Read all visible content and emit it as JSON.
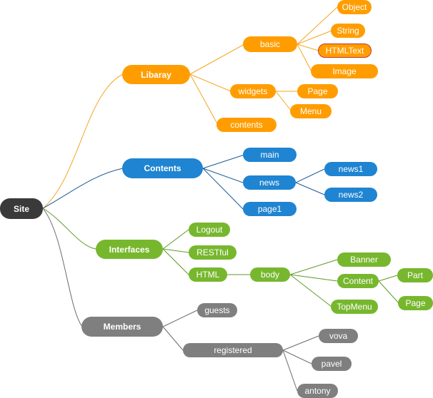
{
  "colors": {
    "library": "#ff9d00",
    "contents": "#1f84d1",
    "interfaces": "#77b72e",
    "members": "#7f7f7f",
    "root": "#3a3a3a",
    "line_library": "#f5a623",
    "line_contents": "#1a5a96",
    "line_interfaces": "#5f9a26",
    "line_members": "#6b6b6b"
  },
  "root": {
    "label": "Site"
  },
  "library": {
    "label": "Libaray",
    "basic": {
      "label": "basic",
      "children": [
        "Object",
        "String",
        "HTMLText",
        "Image"
      ]
    },
    "widgets": {
      "label": "widgets",
      "children": [
        "Page",
        "Menu"
      ]
    },
    "contents": {
      "label": "contents"
    }
  },
  "contents": {
    "label": "Contents",
    "main": {
      "label": "main"
    },
    "news": {
      "label": "news",
      "children": [
        "news1",
        "news2"
      ]
    },
    "page1": {
      "label": "page1"
    }
  },
  "interfaces": {
    "label": "Interfaces",
    "logout": {
      "label": "Logout"
    },
    "restful": {
      "label": "RESTful"
    },
    "html": {
      "label": "HTML",
      "body": {
        "label": "body",
        "banner": {
          "label": "Banner"
        },
        "content": {
          "label": "Content",
          "children": [
            "Part",
            "Page"
          ]
        },
        "topmenu": {
          "label": "TopMenu"
        }
      }
    }
  },
  "members": {
    "label": "Members",
    "guests": {
      "label": "guests"
    },
    "registered": {
      "label": "registered",
      "children": [
        "vova",
        "pavel",
        "antony"
      ]
    }
  }
}
